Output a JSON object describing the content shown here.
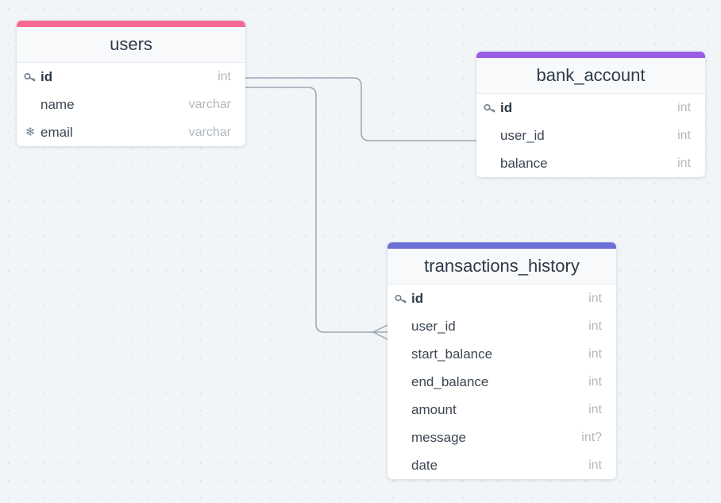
{
  "colors": {
    "background": "#f1f5f8",
    "connector": "#9aa6b4",
    "users_header": "#f56a92",
    "bank_account_header": "#9a5de6",
    "transactions_history_header": "#6b6fd6"
  },
  "tables": {
    "users": {
      "title": "users",
      "fields": [
        {
          "name": "id",
          "type": "int",
          "icon": "key-icon",
          "primary": true
        },
        {
          "name": "name",
          "type": "varchar",
          "icon": "",
          "primary": false
        },
        {
          "name": "email",
          "type": "varchar",
          "icon": "snowflake-icon",
          "primary": false
        }
      ]
    },
    "bank_account": {
      "title": "bank_account",
      "fields": [
        {
          "name": "id",
          "type": "int",
          "icon": "key-icon",
          "primary": true
        },
        {
          "name": "user_id",
          "type": "int",
          "icon": "",
          "primary": false
        },
        {
          "name": "balance",
          "type": "int",
          "icon": "",
          "primary": false
        }
      ]
    },
    "transactions_history": {
      "title": "transactions_history",
      "fields": [
        {
          "name": "id",
          "type": "int",
          "icon": "key-icon",
          "primary": true
        },
        {
          "name": "user_id",
          "type": "int",
          "icon": "",
          "primary": false
        },
        {
          "name": "start_balance",
          "type": "int",
          "icon": "",
          "primary": false
        },
        {
          "name": "end_balance",
          "type": "int",
          "icon": "",
          "primary": false
        },
        {
          "name": "amount",
          "type": "int",
          "icon": "",
          "primary": false
        },
        {
          "name": "message",
          "type": "int?",
          "icon": "",
          "primary": false
        },
        {
          "name": "date",
          "type": "int",
          "icon": "",
          "primary": false
        }
      ]
    }
  },
  "relationships": [
    {
      "from": "users.id",
      "to": "bank_account.user_id",
      "cardinality": "one-to-one"
    },
    {
      "from": "users.id",
      "to": "transactions_history.user_id",
      "cardinality": "one-to-many"
    }
  ]
}
